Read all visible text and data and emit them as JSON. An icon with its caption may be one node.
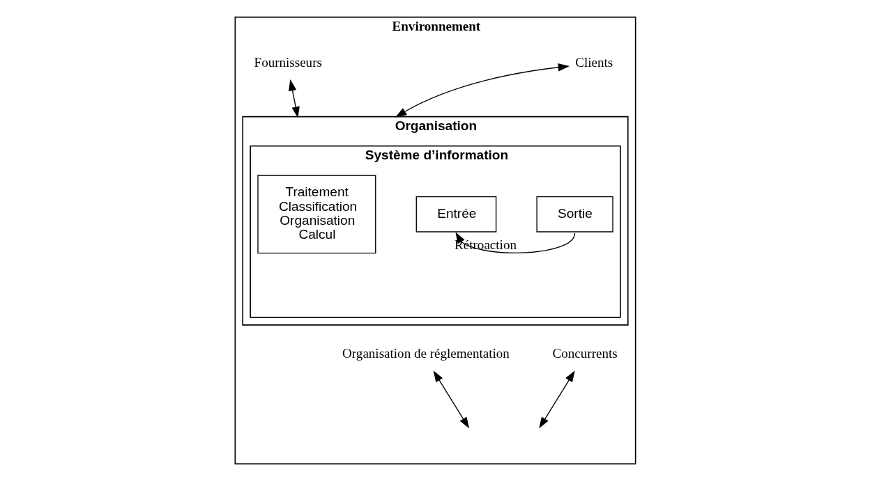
{
  "diagram": {
    "nodes": [
      {
        "text": [
          "Environnement"
        ]
      },
      {
        "text": [
          "Fournisseurs"
        ],
        "in": 0
      },
      {
        "text": [
          "Clients"
        ],
        "in": 0
      },
      {
        "text": [
          "Organisation"
        ],
        "in": 0
      },
      {
        "text": [
          "Système d’information"
        ],
        "in": 3
      },
      {
        "text": [
          "Entrée"
        ],
        "in": 4
      },
      {
        "text": [
          "Traitement Classification Organisation Calcul"
        ],
        "in": 4
      },
      {
        "text": [
          "Sortie"
        ],
        "in": 4
      },
      {
        "text": [
          "Organisation de réglementation"
        ],
        "in": 0
      },
      {
        "text": [
          "Concurrents"
        ],
        "in": 0
      }
    ],
    "edges": [
      {
        "from": 1,
        "to": 3,
        "arrow": "both"
      },
      {
        "from": 2,
        "to": 3,
        "arrow": "both"
      },
      {
        "from": 7,
        "to": 5,
        "arrow": "to",
        "label": "Rétroaction"
      },
      {
        "from": 8,
        "to": null,
        "arrow": "both"
      },
      {
        "from": 9,
        "to": null,
        "arrow": "both"
      }
    ]
  }
}
